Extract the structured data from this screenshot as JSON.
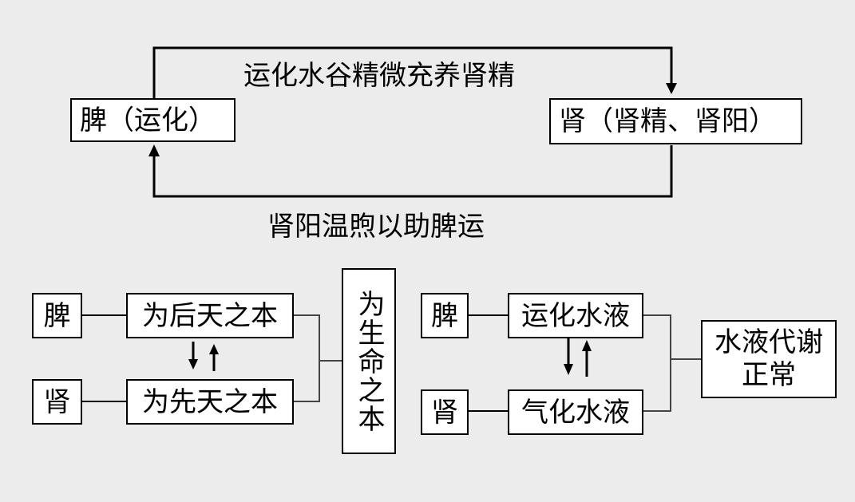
{
  "top_cycle": {
    "spleen_box": "脾（运化）",
    "kidney_box": "肾（肾精、肾阳）",
    "arrow_top_label": "运化水谷精微充养肾精",
    "arrow_bottom_label": "肾阳温煦以助脾运"
  },
  "left_group": {
    "spleen": "脾",
    "kidney": "肾",
    "postnatal": "为后天之本",
    "prenatal": "为先天之本",
    "result": "为生命之本"
  },
  "right_group": {
    "spleen": "脾",
    "kidney": "肾",
    "transport": "运化水液",
    "vaporize": "气化水液",
    "result_line1": "水液代谢",
    "result_line2": "正常"
  },
  "colors": {
    "background": "#ececec",
    "box_fill": "#ffffff",
    "line": "#000000"
  }
}
